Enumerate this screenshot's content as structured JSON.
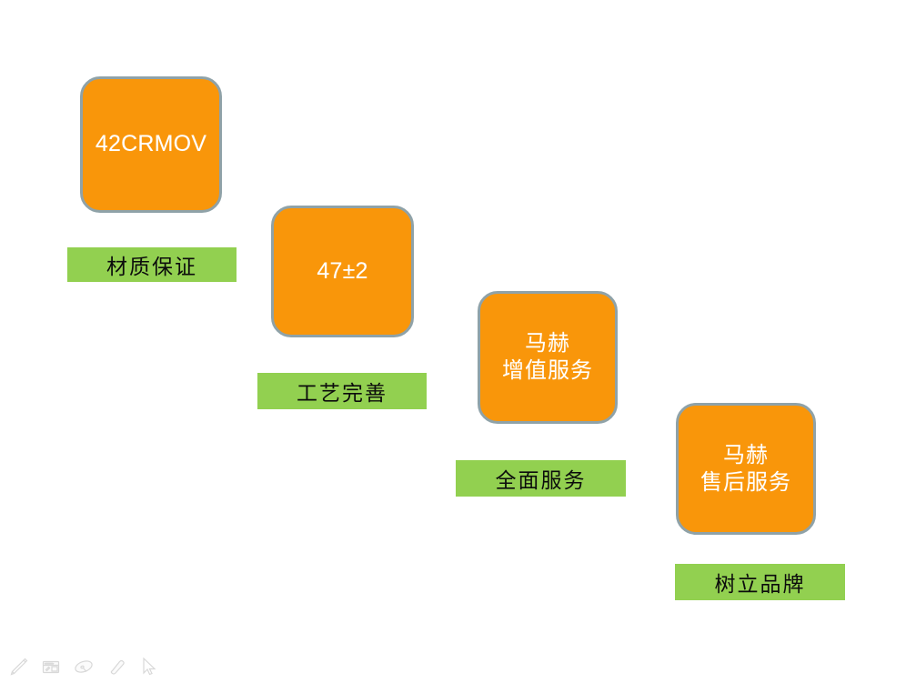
{
  "slide": {
    "background_color": "#ffffff",
    "box_fill_color": "#f9960a",
    "box_border_color": "#8fa2a8",
    "caption_fill_color": "#92d050",
    "caption_text_color": "#0c0c0c",
    "box_text_color": "#ffffff",
    "steps": [
      {
        "box_label": "42CRMOV",
        "box_script": "latin",
        "caption_label": "材质保证"
      },
      {
        "box_label": "47±2",
        "box_script": "latin",
        "caption_label": "工艺完善"
      },
      {
        "box_label": "马赫\n增值服务",
        "box_script": "cjk",
        "caption_label": "全面服务"
      },
      {
        "box_label": "马赫\n售后服务",
        "box_script": "cjk",
        "caption_label": "树立品牌"
      }
    ]
  },
  "ink_toolbar": {
    "tools": [
      {
        "name": "pen-icon"
      },
      {
        "name": "highlighter-panel-icon"
      },
      {
        "name": "ellipse-highlighter-icon"
      },
      {
        "name": "eraser-icon"
      },
      {
        "name": "pointer-cursor-icon"
      }
    ]
  }
}
